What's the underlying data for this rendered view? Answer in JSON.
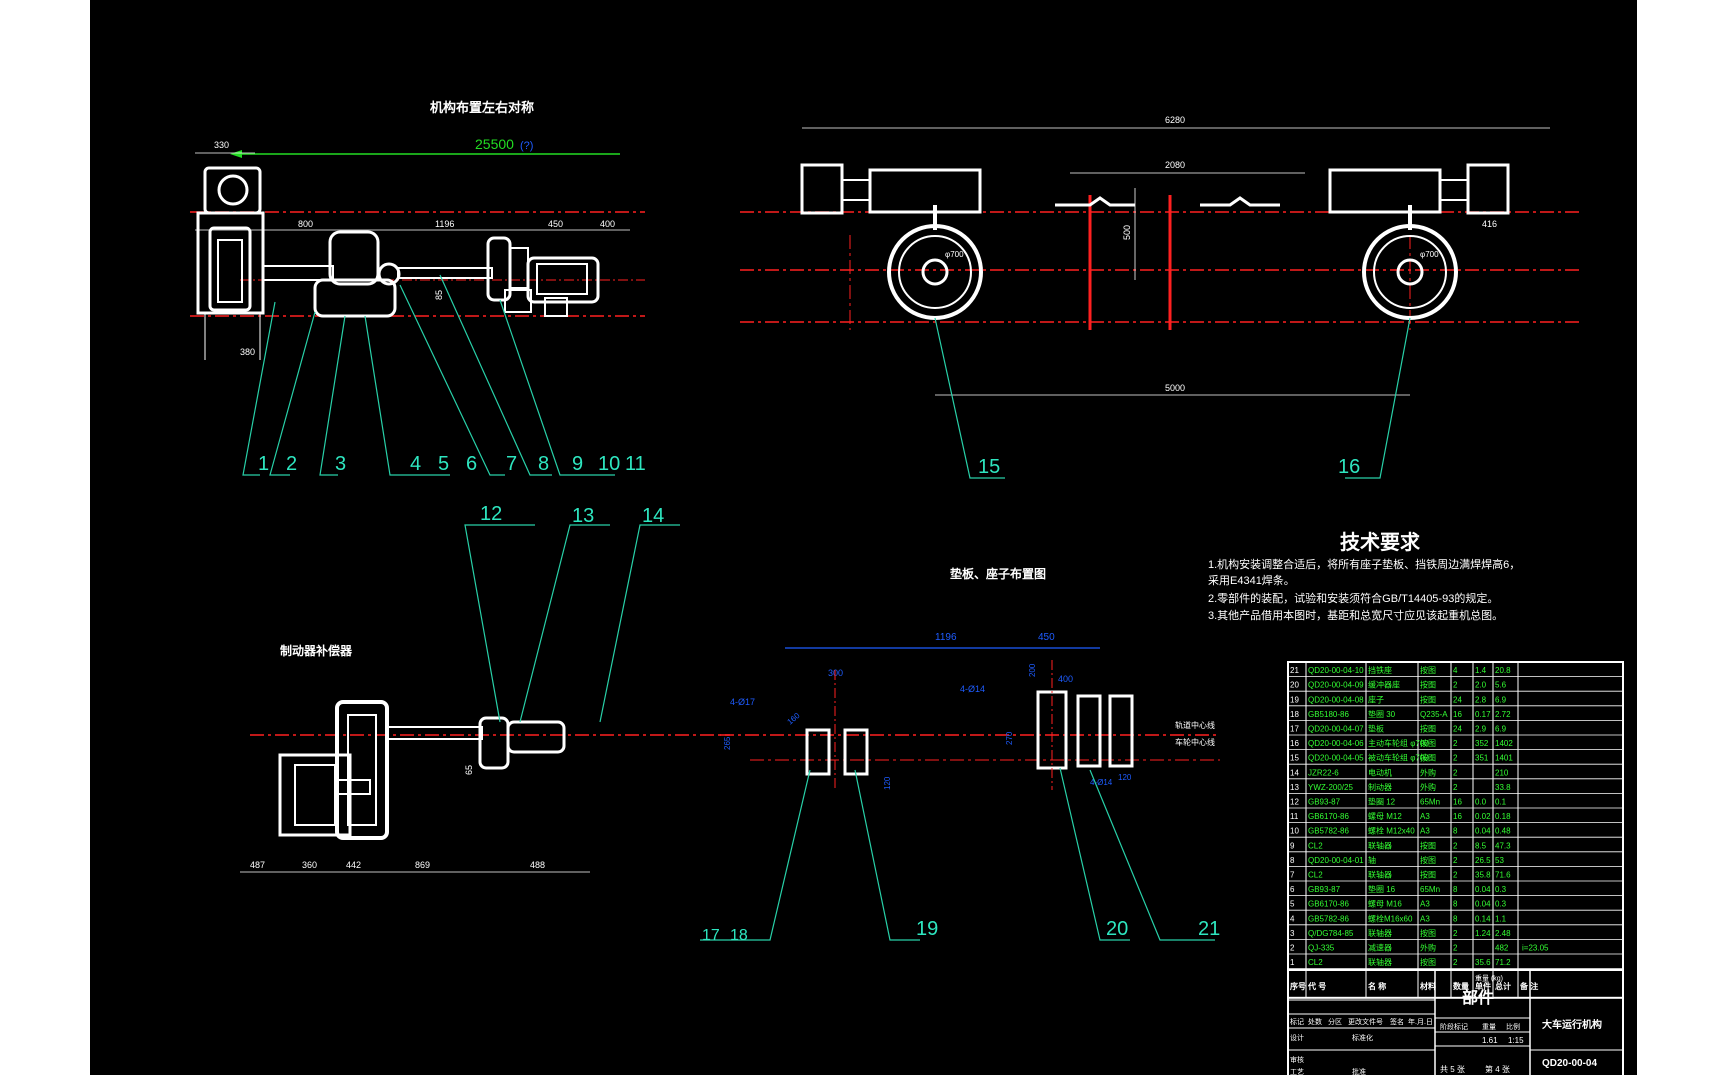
{
  "drawing": {
    "title_layout": "机构布置左右对称",
    "title_pad": "垫板、座子布置图",
    "title_coupling": "制动器补偿器",
    "dim_top_left": "25500",
    "dim_top_left_suffix": "(?)",
    "dims_left": [
      "330",
      "800",
      "1196",
      "450",
      "400",
      "380",
      "85"
    ],
    "dims_right": [
      "6280",
      "2080",
      "5000",
      "500",
      "416",
      "φ700",
      "φ700"
    ],
    "dims_bottom_left": [
      "487",
      "360",
      "442",
      "869",
      "488",
      "65"
    ],
    "dims_bottom_mid": [
      "1196",
      "450",
      "300",
      "400",
      "4-Ø17",
      "4-Ø14",
      "265",
      "160",
      "120",
      "270",
      "200",
      "4-Ø14",
      "120"
    ],
    "bottom_mid_side_labels": [
      "轨道中心线",
      "车轮中心线"
    ],
    "balloons": [
      "1",
      "2",
      "3",
      "4",
      "5",
      "6",
      "7",
      "8",
      "9",
      "10",
      "11",
      "12",
      "13",
      "14",
      "15",
      "16",
      "17",
      "18",
      "19",
      "20",
      "21"
    ]
  },
  "notes": {
    "heading": "技术要求",
    "lines": [
      "1.机构安装调整合适后，将所有座子垫板、挡铁周边满焊焊高6，",
      "采用E4341焊条。",
      "2.零部件的装配，试验和安装须符合GB/T14405-93的规定。",
      "3.其他产品借用本图时，基距和总宽尺寸应见该起重机总图。"
    ]
  },
  "bom": {
    "rows": [
      [
        "21",
        "QD20-00-04-10",
        "挡铁座",
        "按图",
        "4",
        "1.4",
        "20.8"
      ],
      [
        "20",
        "QD20-00-04-09",
        "缓冲器座",
        "按图",
        "2",
        "2.0",
        "5.6"
      ],
      [
        "19",
        "QD20-00-04-08",
        "座子",
        "按图",
        "24",
        "2.8",
        "6.9"
      ],
      [
        "18",
        "GB5180-86",
        "垫圈 30",
        "Q235-A",
        "16",
        "0.17",
        "2.72"
      ],
      [
        "17",
        "QD20-00-04-07",
        "垫板",
        "按图",
        "24",
        "2.9",
        "6.9"
      ],
      [
        "16",
        "QD20-00-04-06",
        "主动车轮组 φ700",
        "按图",
        "2",
        "352",
        "1402"
      ],
      [
        "15",
        "QD20-00-04-05",
        "被动车轮组 φ700",
        "按图",
        "2",
        "351",
        "1401"
      ],
      [
        "14",
        "JZR22-6",
        "电动机",
        "外购",
        "2",
        "",
        "210"
      ],
      [
        "13",
        "YWZ-200/25",
        "制动器",
        "外购",
        "2",
        "",
        "33.8"
      ],
      [
        "12",
        "GB93-87",
        "垫圈 12",
        "65Mn",
        "16",
        "0.0",
        "0.1"
      ],
      [
        "11",
        "GB6170-86",
        "螺母 M12",
        "A3",
        "16",
        "0.02",
        "0.18"
      ],
      [
        "10",
        "GB5782-86",
        "螺栓 M12x40",
        "A3",
        "8",
        "0.04",
        "0.48"
      ],
      [
        "9",
        "CL2",
        "联轴器",
        "按图",
        "2",
        "8.5",
        "47.3"
      ],
      [
        "8",
        "QD20-00-04-01",
        "轴",
        "按图",
        "2",
        "26.5",
        "53"
      ],
      [
        "7",
        "CL2",
        "联轴器",
        "按图",
        "2",
        "35.8",
        "71.6"
      ],
      [
        "6",
        "GB93-87",
        "垫圈 16",
        "65Mn",
        "8",
        "0.04",
        "0.3"
      ],
      [
        "5",
        "GB6170-86",
        "螺母 M16",
        "A3",
        "8",
        "0.04",
        "0.3"
      ],
      [
        "4",
        "GB5782-86",
        "螺栓M16x60",
        "A3",
        "8",
        "0.14",
        "1.1"
      ],
      [
        "3",
        "Q/DG784-85",
        "联轴器",
        "按图",
        "2",
        "1.24",
        "2.48"
      ],
      [
        "2",
        "QJ-335",
        "减速器",
        "外购",
        "2",
        "",
        "482"
      ],
      [
        "1",
        "CL2",
        "联轴器",
        "按图",
        "2",
        "35.6",
        "71.2"
      ]
    ],
    "header": [
      "序号",
      "代 号",
      "名 称",
      "材料",
      "数量",
      "单件",
      "总计",
      "备 注"
    ],
    "header_weight": "重量 (kg)",
    "remark_row_14": "",
    "remark_row_2": "i=23.05"
  },
  "title_block": {
    "part_label": "部件",
    "part_name": "大车运行机构",
    "drawing_no": "QD20-00-04",
    "weight": "1.61",
    "scale": "1:15",
    "sheet": "共 5 张",
    "sheet_no": "第 4 张",
    "col_labels": [
      "标记",
      "处数",
      "分区",
      "更改文件号",
      "签名",
      "年.月.日"
    ],
    "row_labels": [
      "设计",
      "标准化"
    ],
    "stage_labels": [
      "阶段标记",
      "重量",
      "比例"
    ],
    "bottom_labels": [
      "审核",
      "工艺",
      "批准"
    ]
  },
  "colors": {
    "background": "#000000",
    "line": "#ffffff",
    "centerline": "#ff2020",
    "dimension": "#1e5cff",
    "leader": "#28d0a8",
    "balloon_text": "#2ee6c0",
    "dim_green": "#22dd22",
    "bom_text": "#33ff33"
  }
}
